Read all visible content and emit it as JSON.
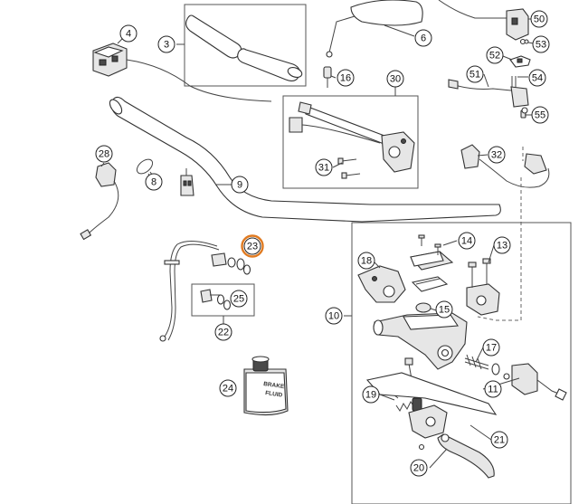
{
  "diagram": {
    "title": "Handlebar, controls and brake master cylinder exploded view",
    "highlight_color": "#e07b22",
    "line_color": "#333333",
    "callouts": [
      {
        "id": "c3",
        "label": "3"
      },
      {
        "id": "c4",
        "label": "4"
      },
      {
        "id": "c6",
        "label": "6"
      },
      {
        "id": "c8",
        "label": "8"
      },
      {
        "id": "c9",
        "label": "9"
      },
      {
        "id": "c10",
        "label": "10"
      },
      {
        "id": "c11",
        "label": "11"
      },
      {
        "id": "c13",
        "label": "13"
      },
      {
        "id": "c14",
        "label": "14"
      },
      {
        "id": "c15",
        "label": "15"
      },
      {
        "id": "c16",
        "label": "16"
      },
      {
        "id": "c17",
        "label": "17"
      },
      {
        "id": "c18",
        "label": "18"
      },
      {
        "id": "c19",
        "label": "19"
      },
      {
        "id": "c20",
        "label": "20"
      },
      {
        "id": "c21",
        "label": "21"
      },
      {
        "id": "c22",
        "label": "22"
      },
      {
        "id": "c23",
        "label": "23",
        "highlighted": true
      },
      {
        "id": "c24",
        "label": "24"
      },
      {
        "id": "c25",
        "label": "25"
      },
      {
        "id": "c28",
        "label": "28"
      },
      {
        "id": "c30",
        "label": "30"
      },
      {
        "id": "c31",
        "label": "31"
      },
      {
        "id": "c32",
        "label": "32"
      },
      {
        "id": "c50",
        "label": "50"
      },
      {
        "id": "c51",
        "label": "51"
      },
      {
        "id": "c52",
        "label": "52"
      },
      {
        "id": "c53",
        "label": "53"
      },
      {
        "id": "c54",
        "label": "54"
      },
      {
        "id": "c55",
        "label": "55"
      }
    ],
    "bottle_text": [
      "BRAKE",
      "FLUID"
    ]
  }
}
